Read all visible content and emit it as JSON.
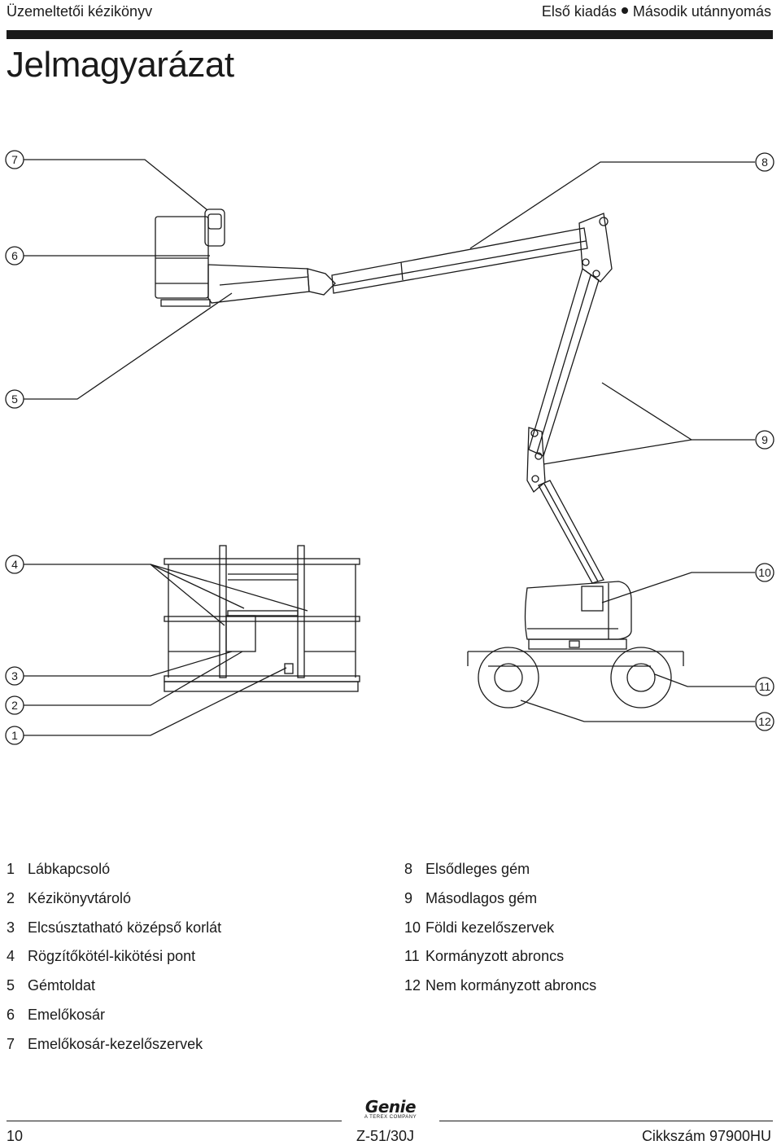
{
  "header": {
    "manual": "Üzemeltetői kézikönyv",
    "edition_first": "Első kiadás",
    "edition_second": "Második utánnyomás"
  },
  "title": "Jelmagyarázat",
  "callouts": [
    "1",
    "2",
    "3",
    "4",
    "5",
    "6",
    "7",
    "8",
    "9",
    "10",
    "11",
    "12"
  ],
  "legend_left": [
    {
      "num": "1",
      "label": "Lábkapcsoló"
    },
    {
      "num": "2",
      "label": "Kézikönyvtároló"
    },
    {
      "num": "3",
      "label": "Elcsúsztatható középső korlát"
    },
    {
      "num": "4",
      "label": "Rögzítőkötél-kikötési pont"
    },
    {
      "num": "5",
      "label": "Gémtoldat"
    },
    {
      "num": "6",
      "label": "Emelőkosár"
    },
    {
      "num": "7",
      "label": "Emelőkosár-kezelőszervek"
    }
  ],
  "legend_right": [
    {
      "num": "8",
      "label": "Elsődleges gém"
    },
    {
      "num": "9",
      "label": "Másodlagos gém"
    },
    {
      "num": "10",
      "label": "Földi kezelőszervek"
    },
    {
      "num": "11",
      "label": "Kormányzott abroncs"
    },
    {
      "num": "12",
      "label": "Nem kormányzott abroncs"
    }
  ],
  "footer": {
    "page": "10",
    "model": "Z-51/30J",
    "part": "Cikkszám 97900HU",
    "logo_brand": "Genie",
    "logo_sub": "A TEREX COMPANY"
  }
}
